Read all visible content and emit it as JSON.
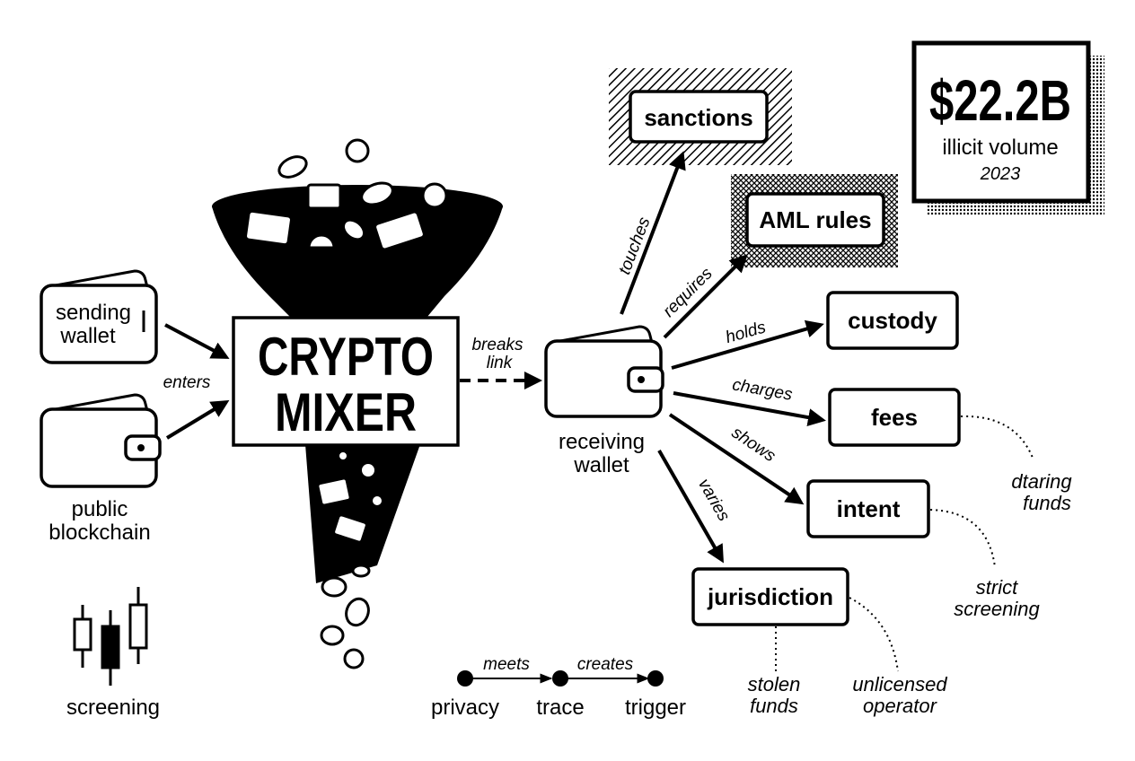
{
  "stat": {
    "value": "$22.2B",
    "label": "illicit volume",
    "year": "2023"
  },
  "mixer": {
    "line1": "CRYPTO",
    "line2": "MIXER"
  },
  "inputs": {
    "sending_line1": "sending",
    "sending_line2": "wallet",
    "public_line1": "public",
    "public_line2": "blockchain",
    "enters": "enters"
  },
  "breaks": {
    "line1": "breaks",
    "line2": "link"
  },
  "receiving": {
    "line1": "receiving",
    "line2": "wallet"
  },
  "nodes": {
    "sanctions": "sanctions",
    "aml": "AML rules",
    "custody": "custody",
    "fees": "fees",
    "intent": "intent",
    "jurisdiction": "jurisdiction"
  },
  "edges": {
    "touches": "touches",
    "requires": "requires",
    "holds": "holds",
    "charges": "charges",
    "shows": "shows",
    "varies": "varies"
  },
  "notes": {
    "dtaring_1": "dtaring",
    "dtaring_2": "funds",
    "strict_1": "strict",
    "strict_2": "screening",
    "stolen_1": "stolen",
    "stolen_2": "funds",
    "unlicensed_1": "unlicensed",
    "unlicensed_2": "operator"
  },
  "legend": {
    "privacy": "privacy",
    "trace": "trace",
    "trigger": "trigger",
    "meets": "meets",
    "creates": "creates"
  },
  "screening": "screening"
}
